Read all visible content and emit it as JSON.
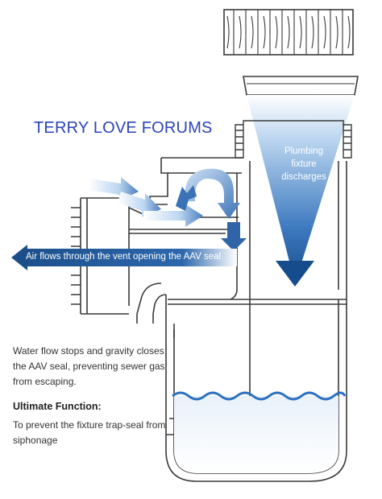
{
  "watermark": "TERRY LOVE FORUMS",
  "fixture_label": "Plumbing\nfixture\ndischarges",
  "vent_label": "Air flows through the vent opening the AAV seal",
  "water_stop_text": "Water flow stops and gravity closes the AAV seal, preventing sewer gas from escaping.",
  "ultimate_function": {
    "heading": "Ultimate Function:",
    "text": "To prevent the fixture trap-seal from siphonage"
  },
  "colors": {
    "outline": "#3a3a3a",
    "flow_blue": "#1c4f8a",
    "air_light_blue": "#a9ccee",
    "water": "#2b6fc1",
    "watermark": "#2a44b8"
  },
  "icons": [
    "air-flow-arrow-icon",
    "discharge-arrow-icon",
    "vent-arrow-icon",
    "water-wave-icon"
  ]
}
